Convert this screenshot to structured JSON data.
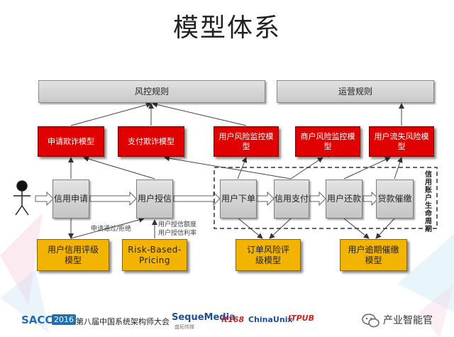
{
  "title": "模型体系",
  "top_boxes": {
    "risk_rules": "风控规则",
    "ops_rules": "运营规则"
  },
  "risk_models": {
    "apply_fraud": "申请欺诈模型",
    "payment_fraud": "支付欺诈模型",
    "user_risk_monitor": "用户风险监控模型",
    "merchant_risk_monitor": "商户风险监控模型",
    "user_churn_risk": "用户流失风险模型"
  },
  "process_steps": {
    "credit_apply": "信用申请",
    "user_grant": "用户授信",
    "user_order": "用户下单",
    "credit_pay": "信用支付",
    "user_repay": "用户还款",
    "loan_collect": "贷款催缴"
  },
  "notes": {
    "apply_result": "申请通过/拒绝",
    "grant_amount": "用户授信额度",
    "grant_rate": "用户授信利率"
  },
  "lifecycle_label": "信用账户生命周期",
  "gold_models": {
    "credit_rating": "用户信用评级模型",
    "rbp_line1": "Risk-Based-",
    "rbp_line2": "Pricing",
    "order_risk_rating": "订单风险评级模型",
    "overdue_collect": "用户逾期催缴模型"
  },
  "footer": {
    "sacc": "SACC",
    "sacc_year": "2016",
    "conference": "第八届中国系统架构师大会",
    "seque": "SequeMedia",
    "seque_sub": "盛拓传媒",
    "logo_a": "it168",
    "logo_b": "ChinaUnix",
    "logo_c": "ITPUB",
    "wechat": "产业智能官"
  },
  "colors": {
    "risk_red": "#e00000",
    "model_gold": "#f2b400",
    "step_gray": "#d0d0d0",
    "sacc_blue": "#1e6fb5"
  }
}
